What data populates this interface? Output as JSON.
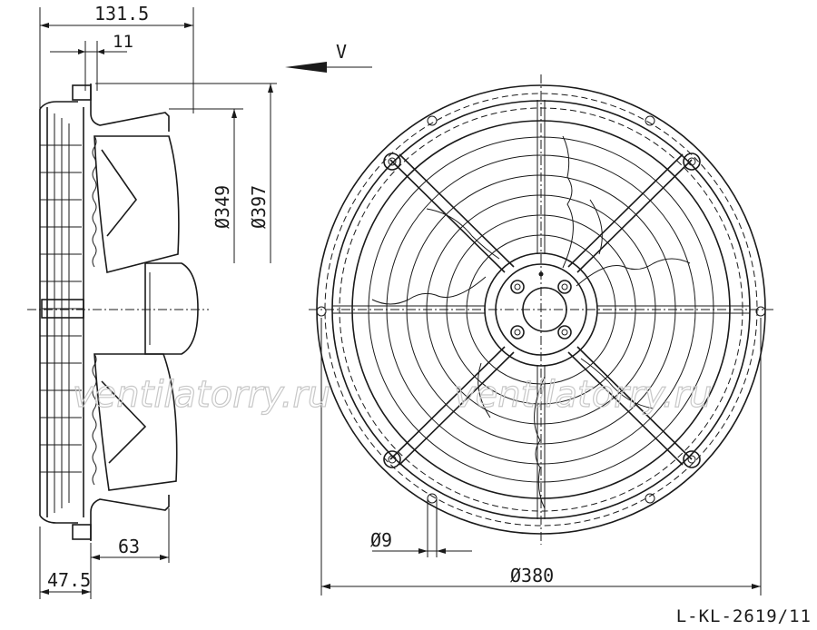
{
  "dimensions": {
    "overall_depth": "131.5",
    "flange": "11",
    "view_label": "V",
    "diameter_349": "Ø349",
    "diameter_397": "Ø397",
    "depth_63": "63",
    "depth_47_5": "47.5",
    "hole_diameter": "Ø9",
    "grille_diameter": "Ø380"
  },
  "watermark": {
    "left": "ventilatorry.ru",
    "right": "ventilatorry.ru"
  },
  "drawing_code": "L-KL-2619/11"
}
